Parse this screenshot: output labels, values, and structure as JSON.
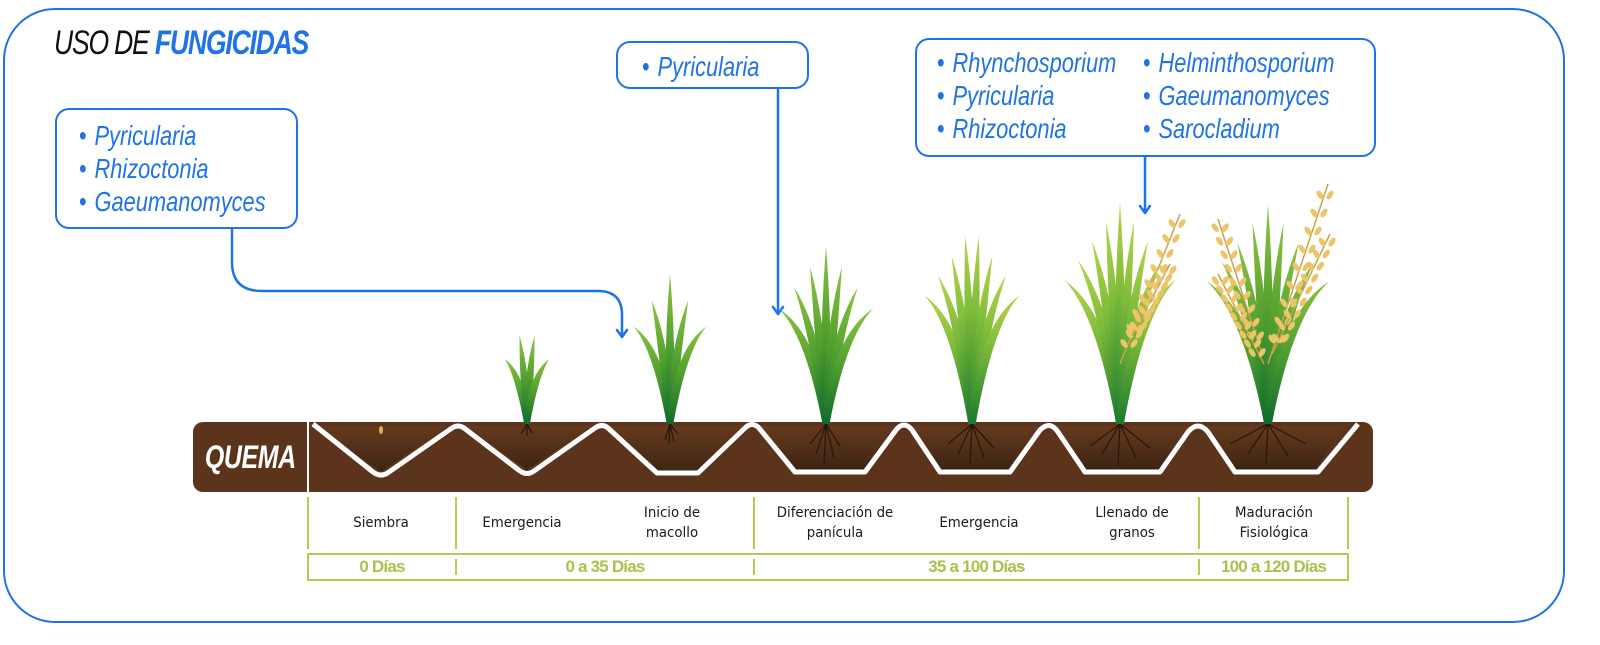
{
  "title": {
    "part1": "USO DE ",
    "part2": "FUNGICIDAS"
  },
  "colors": {
    "accent": "#1f73e6",
    "soil": "#5c341b",
    "timeline_green": "#b5cc52",
    "days_text": "#a9c24a"
  },
  "callouts": [
    {
      "id": "early",
      "items": [
        "Pyricularia",
        "Rhizoctonia",
        "Gaeumanomyces"
      ]
    },
    {
      "id": "mid",
      "items": [
        "Pyricularia"
      ]
    },
    {
      "id": "late",
      "columns": [
        [
          "Rhynchosporium",
          "Pyricularia",
          "Rhizoctonia"
        ],
        [
          "Helminthosporium",
          "Gaeumanomyces",
          "Sarocladium"
        ]
      ]
    }
  ],
  "soil": {
    "label": "QUEMA"
  },
  "stages": [
    {
      "label": "Siembra"
    },
    {
      "label": "Emergencia"
    },
    {
      "label": "Inicio de\nmacollo"
    },
    {
      "label": "Diferenciación de\npanícula"
    },
    {
      "label": "Emergencia"
    },
    {
      "label": "Llenado de\ngranos"
    },
    {
      "label": "Maduración\nFisiológica"
    }
  ],
  "periods": [
    {
      "label": "0 Días"
    },
    {
      "label": "0 a 35 Días"
    },
    {
      "label": "35 a 100 Días"
    },
    {
      "label": "100 a 120 Días"
    }
  ],
  "bullet": "•"
}
